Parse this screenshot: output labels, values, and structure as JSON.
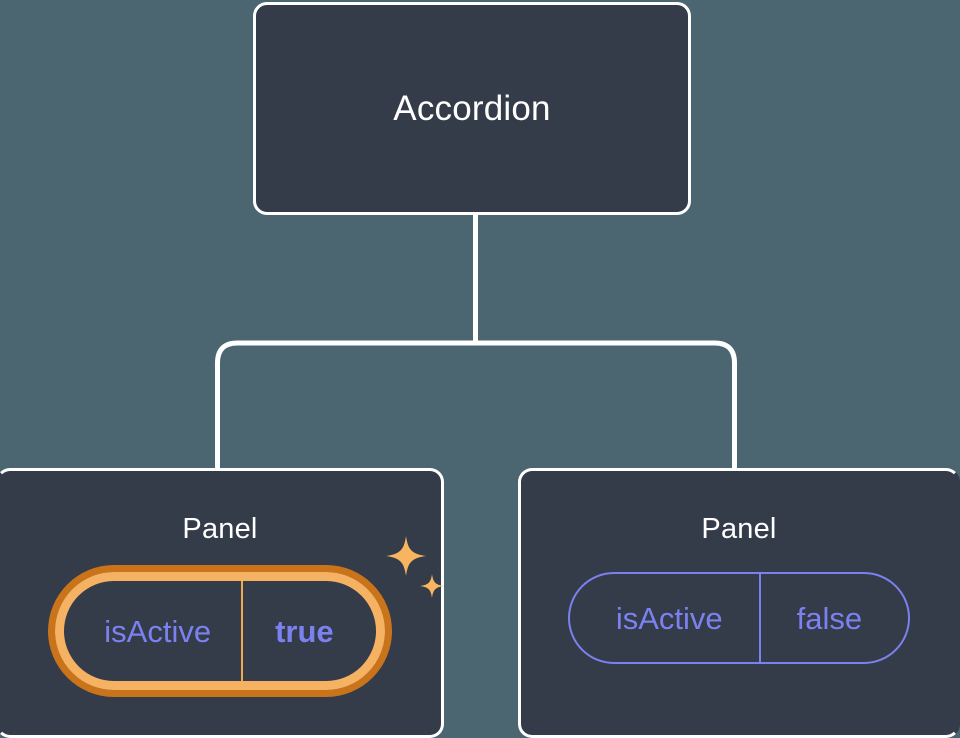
{
  "theme": {
    "canvas_background": "#4b6671",
    "node_fill": "#343b49",
    "node_border": "#ffffff",
    "node_text": "#ffffff",
    "prop_accent": "#7b82f0",
    "highlight_outer": "#c9741a",
    "highlight_inner": "#f6b263",
    "sparkle_color": "#f9b45f"
  },
  "tree": {
    "root": {
      "label": "Accordion"
    },
    "children": [
      {
        "label": "Panel",
        "highlighted": true,
        "prop": {
          "key": "isActive",
          "value": "true"
        },
        "sparkle_icon": "sparkles-icon"
      },
      {
        "label": "Panel",
        "highlighted": false,
        "prop": {
          "key": "isActive",
          "value": "false"
        }
      }
    ]
  },
  "connectors": {
    "icon": "tree-branch-connector"
  }
}
